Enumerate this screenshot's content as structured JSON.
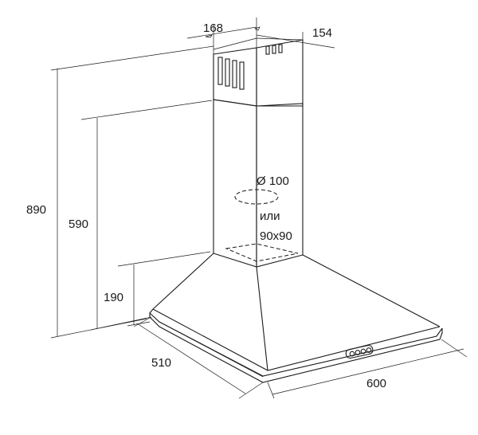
{
  "dimensions": {
    "chimney_depth": "168",
    "chimney_width": "154",
    "total_height": "890",
    "chimney_height": "590",
    "canopy_height": "190",
    "hood_depth": "510",
    "hood_width": "600"
  },
  "duct": {
    "round": "Ø 100",
    "or": "или",
    "square": "90x90"
  },
  "colors": {
    "line": "#1a1a1a",
    "background": "#ffffff"
  }
}
